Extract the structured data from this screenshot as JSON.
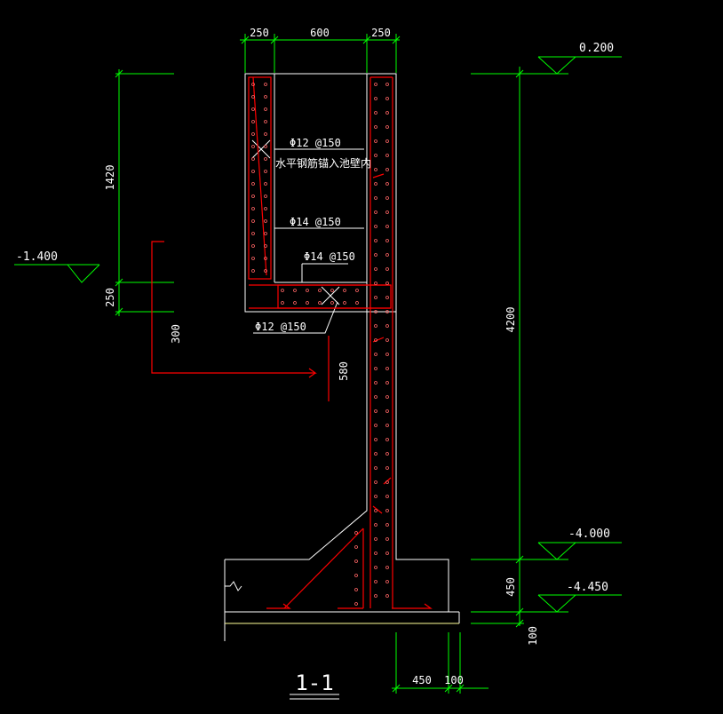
{
  "drawing": {
    "section_label": "1-1",
    "colors": {
      "background": "#000000",
      "dimension": "#00ff00",
      "outline": "#ffffff",
      "rebar": "#ff0000",
      "cushion": "#ffff99",
      "text": "#ffffff"
    },
    "top_dims": [
      "250",
      "600",
      "250"
    ],
    "bottom_dims": [
      "450",
      "100"
    ],
    "left_dims": [
      "1420",
      "250"
    ],
    "right_dims": [
      "4200",
      "450",
      "100"
    ],
    "elevations": {
      "top": "0.200",
      "left": "-1.400",
      "mid": "-4.000",
      "bottom": "-4.450"
    },
    "rebar_labels": {
      "r1": "Φ12 @150",
      "r1_note": "水平钢筋锚入池壁内",
      "r2": "Φ14 @150",
      "r3": "Φ14 @150",
      "r4": "Φ12 @150"
    },
    "bend_dims": [
      "300",
      "580"
    ]
  }
}
